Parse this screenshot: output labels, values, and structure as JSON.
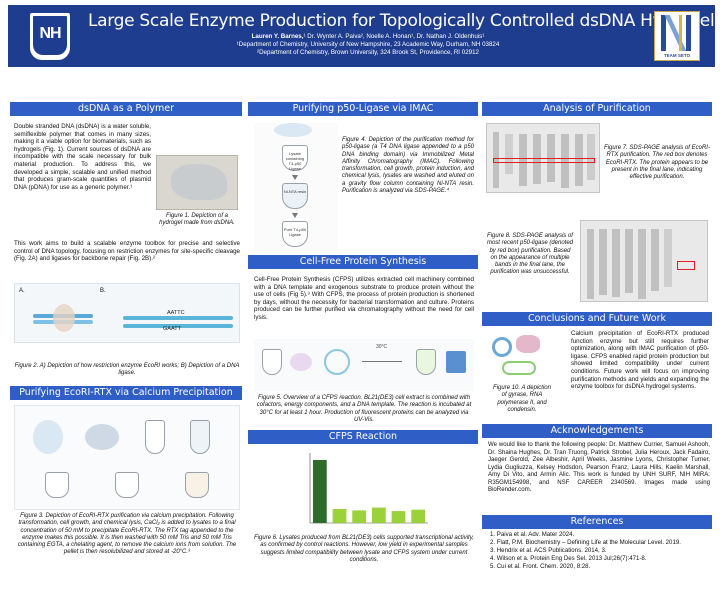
{
  "header": {
    "title": "Large Scale Enzyme Production for Topologically Controlled dsDNA Hydrogels",
    "authors_bold": "Lauren Y. Barnes,",
    "authors_rest": "¹ Dr. Wynter A. Paiva², Noelle A. Honan¹, Dr. Nathan J. Oldenhuis¹",
    "affil_1": "¹Department of Chemistry, University of New Hampshire, 23 Academic Way, Durham, NH 03824",
    "affil_2": "²Department of Chemistry, Brown University, 324 Brook St, Providence, RI 02912",
    "logo_left_text": "NH",
    "logo_right_tag": "TEAM SETO"
  },
  "sections": {
    "dsdna_polymer": "dsDNA as a Polymer",
    "purifying_ecori": "Purifying EcoRI-RTX via Calcium Precipitation",
    "purifying_p50": "Purifying p50-Ligase via IMAC",
    "cfps": "Cell-Free Protein Synthesis",
    "cfps_reaction": "CFPS Reaction",
    "analysis": "Analysis of Purification",
    "conclusions": "Conclusions and Future Work",
    "acknowledgements": "Acknowledgements",
    "references": "References"
  },
  "text": {
    "polymer_intro": "Double stranded DNA (dsDNA) is a water soluble, semiflexible polymer that comes in many sizes, making it a viable option for biomaterials, such as hydrogels (Fig. 1). Current sources of dsDNA are incompatible with the scale necessary for bulk material production. To address this, we developed a simple, scalable and unified method that produces gram-scale quantities of plasmid DNA (pDNA) for use as a generic polymer.¹",
    "polymer_aim": "This work aims to build a scalable enzyme toolbox for precise and selective control of DNA topology, focusing on restriction enzymes for site-specific cleavage (Fig. 2A) and ligases for backbone repair (Fig. 2B).²",
    "cfps_body": "Cell-Free Protein Synthesis (CFPS) utilizes extracted cell machinery combined with a DNA template and exogenous substrate to produce protein without the use of cells (Fig 5).³ With CFPS, the process of protein production is shortened by days, without the necessity for bacterial transformation and culture. Proteins produced can be further purified via chromatography without the need for cell lysis.",
    "conclusions_body": "Calcium precipitation of EcoRI-RTX produced function enzyme but still requires further optimization, along with IMAC purification of p50-ligase. CFPS enabled rapid protein production but showed limited compatibility under current conditions. Future work will focus on improving purification methods and yields and expanding the enzyme toolbox for dsDNA hydrogel systems.",
    "ack_body": "We would like to thank the following people: Dr. Matthew Currier, Samuel Ashooh, Dr. Shaina Hughes, Dr. Tran Truong, Patrick Strobel, Julia Heroux, Jack Fadairo, Jaeger Gerold, Zee Albeshir, April Weeks, Jasmine Lyons, Christopher Turner, Lydia Gugliuzza, Kelsey Hodsdon, Pearson Franz, Laura Hills, Kaelin Marshall, Amy Di Vito, and Armin Alic. This work is funded by UNH SURF, NIH MIRA: R35GM154998, and NSF CAREER 2340569. Images made using BioRender.com."
  },
  "captions": {
    "fig1": "Figure 1. Depiction of a hydrogel made from dsDNA.",
    "fig2": "Figure 2. A) Depiction of how restriction enzyme EcoRI works; B) Depiction of a DNA ligase.",
    "fig3": "Figure 3. Depiction of EcoRI-RTX purification via calcium precipitation. Following transformation, cell growth, and chemical lysis, CaCl₂ is added to lysates to a final concentration of 50 mM to precipitate EcoRI-RTX. The RTX tag appended to the enzyme makes this possible. It is then washed with 50 mM Tris and 50 mM Tris containing EGTA, a chelating agent, to remove the calcium ions from solution. The pellet is then resolubilized and stored at -20°C.³",
    "fig4": "Figure 4. Depiction of the purification method for p50-ligase (a T4 DNA ligase appended to a p50 DNA binding domain) via Immobilized Metal Affinity Chromatography (IMAC). Following transformation, cell growth, protein induction, and chemical lysis, lysates are washed and eluted on a gravity flow column containing Ni-NTA resin. Purification is analyzed via SDS-PAGE.⁴",
    "fig5": "Figure 5. Overview of a CFPS reaction. BL21(DE3) cell extract is combined with cofactors, energy components, and a DNA template. The reaction is incubated at 30°C for at least 1 hour. Production of fluorescent proteins can be analyzed via UV-Vis.",
    "fig6": "Figure 6. Lysates produced from BL21(DE3) cells supported transcriptional activity, as confirmed by control reactions. However, low yield in experimental samples suggests limited compatibility between lysate and CFPS system under current conditions.",
    "fig7": "Figure 7. SDS-PAGE analysis of EcoRI-RTX purification. The red box denotes EcoRI-RTX. The protein appears to be present in the final lane, indicating effective purification.",
    "fig8": "Figure 8. SDS-PAGE analysis of most recent p50-ligase (denoted by red box) purification. Based on the appearance of multiple bands in the final lane, the purification was unsuccessful.",
    "fig10": "Figure 10. A depiction of gyrase, RNA polymerase II, and condensin."
  },
  "figure_labels": {
    "panel_a": "A.",
    "panel_b": "B.",
    "seq_top": "AATTC",
    "seq_bottom": "GAATT",
    "tube1": "Lysate containing T4-p50 Ligase",
    "tube2": "Ni-NTA resin",
    "tube3": "Pure T4-p50 Ligase",
    "temp": "30°C"
  },
  "references": [
    "1.  Paiva et al. Adv. Mater 2024.",
    "2.  Flatt, P.M. Biochemistry – Defining Life at the Molecular Level. 2019.",
    "3.  Hendrix et al. ACS Publications. 2014, 3.",
    "4.  Wilson et a. Protein Eng Des Sel. 2013 Jul;26(7):471-8.",
    "5.  Cui et al. Front. Chem. 2020, 8:28."
  ],
  "chart_data": {
    "type": "bar",
    "categories": [
      "",
      "",
      "",
      "",
      "",
      ""
    ],
    "values": [
      0.9,
      0.2,
      0.18,
      0.22,
      0.17,
      0.19
    ],
    "colors": [
      "#2f6b2a",
      "#9bd13a",
      "#9bd13a",
      "#9bd13a",
      "#9bd13a",
      "#9bd13a"
    ],
    "ylim": [
      0,
      1.0
    ]
  },
  "colors": {
    "header_bg": "#1f3d8f",
    "section_bg": "#2f5ec6",
    "red_box": "#e02020"
  }
}
